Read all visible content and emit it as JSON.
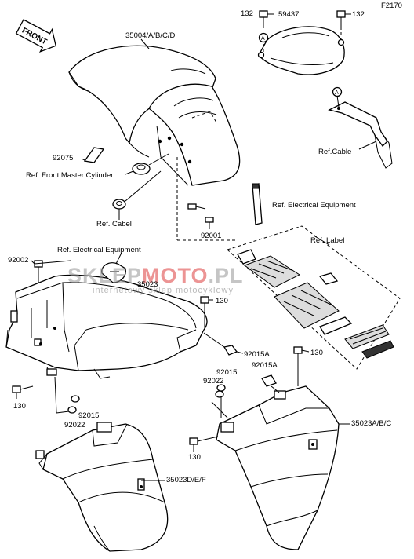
{
  "diagram_code": "F2170",
  "front_badge": "FRONT",
  "watermark": {
    "brand_part1": "SKLEP",
    "brand_part2": "MOTO",
    "brand_part3": ".PL",
    "tagline": "internetowy sklep motocyklowy"
  },
  "callout_letter": "A",
  "labels": {
    "bolt_left_132": "132",
    "cover_59437": "59437",
    "bolt_right_132": "132",
    "front_fender": "35004/A/B/C/D",
    "bracket_92075": "92075",
    "ref_master_cylinder": "Ref. Front Master Cylinder",
    "ref_cabel": "Ref. Cabel",
    "ref_cable": "Ref.Cable",
    "ref_electrical_upper": "Ref. Electrical Equipment",
    "screw_92001": "92001",
    "ref_label": "Ref. Label",
    "bolt_92002": "92002",
    "ref_electrical_lower": "Ref. Electrical Equipment",
    "rear_fender_front": "35023",
    "bolt_130_a": "130",
    "nut_92015A_a": "92015A",
    "bolt_130_b": "130",
    "nut_92015A_b": "92015A",
    "washer_92015_a": "92015",
    "washer_92022_a": "92022",
    "bolt_130_left": "130",
    "washer_92015_b": "92015",
    "washer_92022_b": "92022",
    "rear_fender_left": "35023D/E/F",
    "bolt_130_bottom": "130",
    "rear_fender_right": "35023A/B/C"
  }
}
